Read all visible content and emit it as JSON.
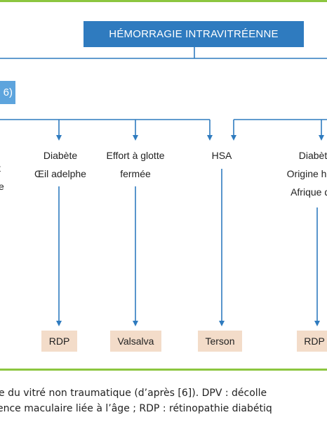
{
  "diagram": {
    "title": "HÉMORRAGIE INTRAVITRÉENNE",
    "left_box_partial": "6)",
    "left_fragment_1": "t",
    "left_fragment_2": "e",
    "columns": [
      {
        "id": "rdp-1",
        "lines": [
          "Diabète",
          "Œil adelphe"
        ],
        "result": "RDP"
      },
      {
        "id": "valsalva",
        "lines": [
          "Effort à glotte",
          "fermée"
        ],
        "result": "Valsalva"
      },
      {
        "id": "terson",
        "lines": [
          "HSA"
        ],
        "result": "Terson"
      },
      {
        "id": "rdp-2",
        "lines": [
          "Diabèt",
          "Origine hisp",
          "Afrique du"
        ],
        "result": "RDP"
      }
    ]
  },
  "caption": {
    "line1": "e du vitré non traumatique (d’après [6]). DPV : décolle",
    "line2": "ence maculaire liée à l’âge ; RDP : rétinopathie diabétiq"
  },
  "colors": {
    "accent": "#2f7bbf",
    "frame": "#8cc63f",
    "result_bg": "#f3dcc9"
  }
}
